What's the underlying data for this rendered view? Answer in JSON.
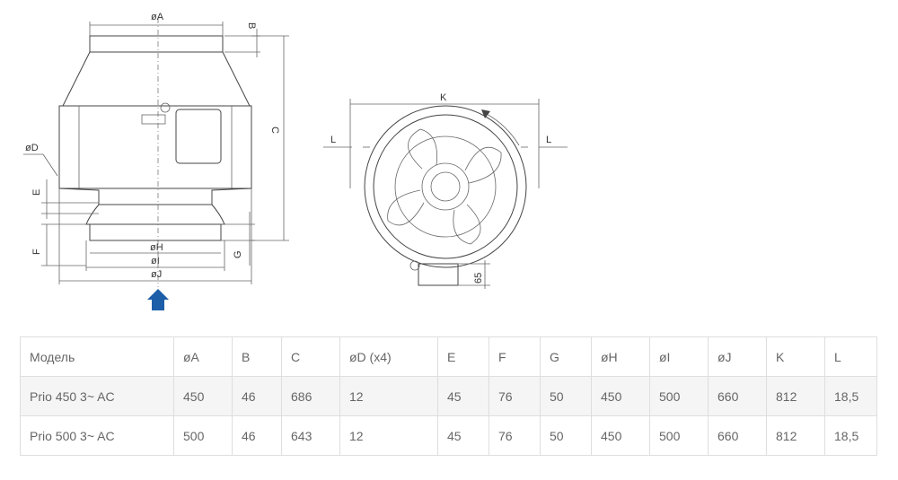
{
  "drawing": {
    "front_labels": {
      "A": "øA",
      "B": "B",
      "C": "C",
      "D": "øD",
      "E": "E",
      "F": "F",
      "G": "G",
      "H": "øH",
      "I": "øI",
      "J": "øJ"
    },
    "top_labels": {
      "K": "K",
      "L_left": "L",
      "L_right": "L",
      "dim65": "65"
    },
    "airflow_color": "#1c5ea8"
  },
  "table": {
    "headers": [
      "Модель",
      "øA",
      "B",
      "C",
      "øD (x4)",
      "E",
      "F",
      "G",
      "øH",
      "øI",
      "øJ",
      "K",
      "L"
    ],
    "rows": [
      [
        "Prio 450 3~ AC",
        "450",
        "46",
        "686",
        "12",
        "45",
        "76",
        "50",
        "450",
        "500",
        "660",
        "812",
        "18,5"
      ],
      [
        "Prio 500 3~ AC",
        "500",
        "46",
        "643",
        "12",
        "45",
        "76",
        "50",
        "450",
        "500",
        "660",
        "812",
        "18,5"
      ]
    ]
  }
}
